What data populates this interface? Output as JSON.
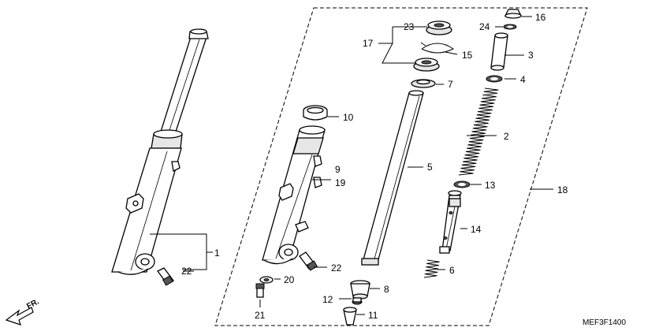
{
  "diagram": {
    "code": "MEF3F1400",
    "direction_label": "FR.",
    "callouts": [
      {
        "id": "c1",
        "text": "1"
      },
      {
        "id": "c2",
        "text": "2"
      },
      {
        "id": "c3",
        "text": "3"
      },
      {
        "id": "c4",
        "text": "4"
      },
      {
        "id": "c5",
        "text": "5"
      },
      {
        "id": "c6",
        "text": "6"
      },
      {
        "id": "c7",
        "text": "7"
      },
      {
        "id": "c8",
        "text": "8"
      },
      {
        "id": "c9",
        "text": "9"
      },
      {
        "id": "c10",
        "text": "10"
      },
      {
        "id": "c11",
        "text": "11"
      },
      {
        "id": "c12",
        "text": "12"
      },
      {
        "id": "c13",
        "text": "13"
      },
      {
        "id": "c14",
        "text": "14"
      },
      {
        "id": "c15",
        "text": "15"
      },
      {
        "id": "c16",
        "text": "16"
      },
      {
        "id": "c17",
        "text": "17"
      },
      {
        "id": "c18",
        "text": "18"
      },
      {
        "id": "c19",
        "text": "19"
      },
      {
        "id": "c20",
        "text": "20"
      },
      {
        "id": "c21",
        "text": "21"
      },
      {
        "id": "c22a",
        "text": "22"
      },
      {
        "id": "c22b",
        "text": "22"
      },
      {
        "id": "c23",
        "text": "23"
      },
      {
        "id": "c24",
        "text": "24"
      }
    ]
  }
}
